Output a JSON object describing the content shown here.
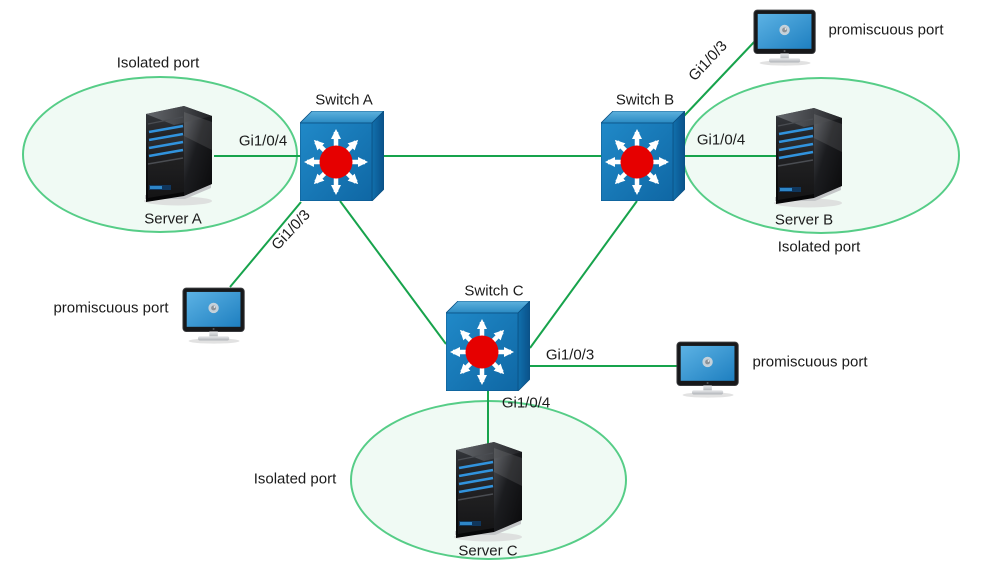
{
  "diagram_type": "network-topology",
  "nodes": {
    "switchA": {
      "label": "Switch A",
      "type": "switch"
    },
    "switchB": {
      "label": "Switch B",
      "type": "switch"
    },
    "switchC": {
      "label": "Switch C",
      "type": "switch"
    },
    "serverA": {
      "label": "Server A",
      "type": "server"
    },
    "serverB": {
      "label": "Server B",
      "type": "server"
    },
    "serverC": {
      "label": "Server C",
      "type": "server"
    },
    "pcLeft": {
      "label": "promiscuous port",
      "type": "workstation"
    },
    "pcTop": {
      "label": "promiscuous port",
      "type": "workstation"
    },
    "pcRight": {
      "label": "promiscuous port",
      "type": "workstation"
    }
  },
  "zones": {
    "zoneA": {
      "label": "Isolated port",
      "contains": "Server A"
    },
    "zoneB": {
      "label": "Isolated port",
      "contains": "Server B"
    },
    "zoneC": {
      "label": "Isolated port",
      "contains": "Server C"
    }
  },
  "ports": {
    "aToServerA": "Gi1/0/4",
    "aToPcLeft": "Gi1/0/3",
    "bToPcTop": "Gi1/0/3",
    "bToServerB": "Gi1/0/4",
    "cToPcRight": "Gi1/0/3",
    "cToServerC": "Gi1/0/4"
  },
  "connections": [
    {
      "from": "Server A",
      "to": "Switch A",
      "port_label": "Gi1/0/4"
    },
    {
      "from": "Switch A",
      "to": "Switch B",
      "port_label": ""
    },
    {
      "from": "Switch B",
      "to": "Server B",
      "port_label": "Gi1/0/4"
    },
    {
      "from": "Switch A",
      "to": "promiscuous port PC (left)",
      "port_label": "Gi1/0/3"
    },
    {
      "from": "Switch B",
      "to": "promiscuous port PC (top)",
      "port_label": "Gi1/0/3"
    },
    {
      "from": "Switch A",
      "to": "Switch C",
      "port_label": ""
    },
    {
      "from": "Switch B",
      "to": "Switch C",
      "port_label": ""
    },
    {
      "from": "Switch C",
      "to": "promiscuous port PC (right)",
      "port_label": "Gi1/0/3"
    },
    {
      "from": "Switch C",
      "to": "Server C",
      "port_label": "Gi1/0/4"
    }
  ],
  "colors": {
    "link_green": "#17a34c",
    "zone_border_green": "#56cd87",
    "zone_fill_green": "#f0faf4",
    "switch_blue": "#1478b8",
    "switch_red": "#e60000",
    "monitor_screen_blue": "#2e8fd0",
    "background": "#ffffff"
  }
}
